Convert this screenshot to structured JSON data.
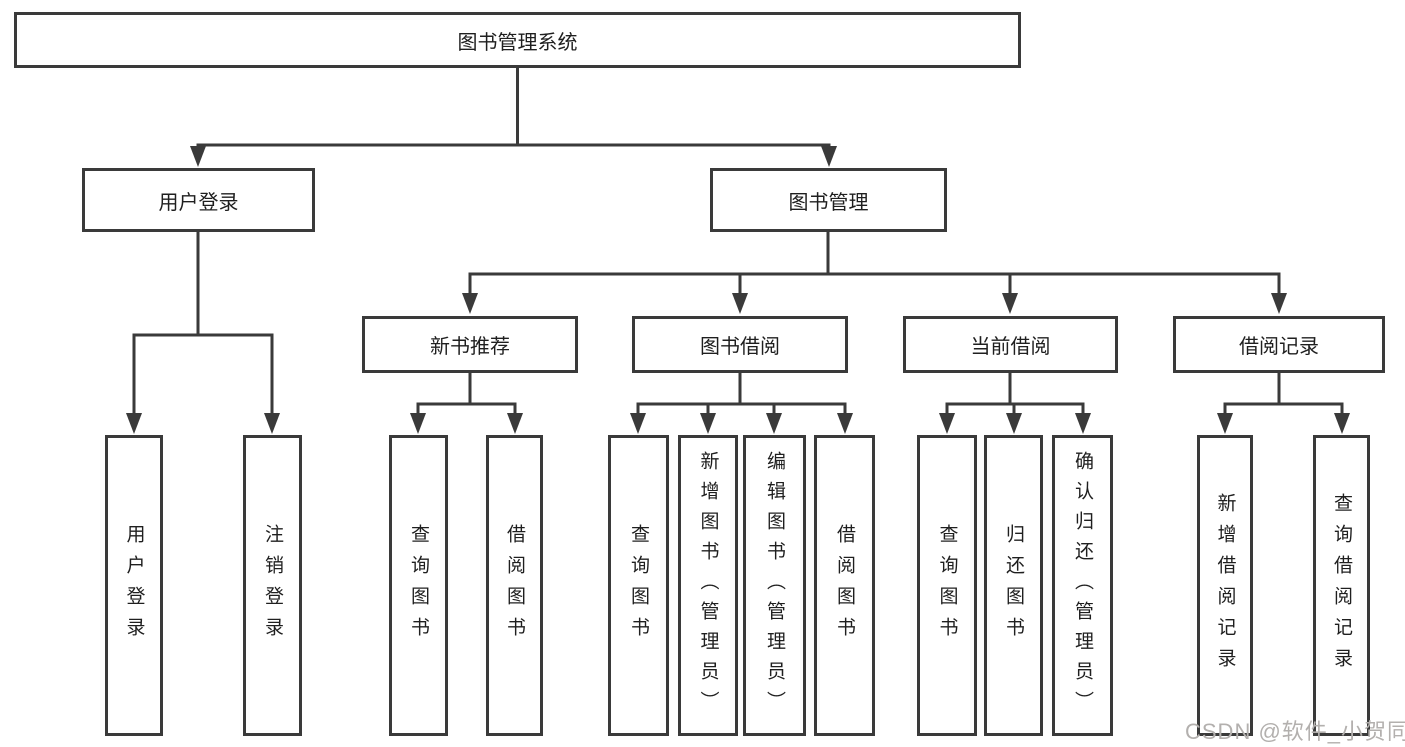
{
  "diagram": {
    "type": "hierarchy",
    "tree": {
      "label": "图书管理系统",
      "children": [
        {
          "label": "用户登录",
          "children": [
            {
              "label": "用户登录"
            },
            {
              "label": "注销登录"
            }
          ]
        },
        {
          "label": "图书管理",
          "children": [
            {
              "label": "新书推荐",
              "children": [
                {
                  "label": "查询图书"
                },
                {
                  "label": "借阅图书"
                }
              ]
            },
            {
              "label": "图书借阅",
              "children": [
                {
                  "label": "查询图书"
                },
                {
                  "label": "新增图书（管理员）"
                },
                {
                  "label": "编辑图书（管理员）"
                },
                {
                  "label": "借阅图书"
                }
              ]
            },
            {
              "label": "当前借阅",
              "children": [
                {
                  "label": "查询图书"
                },
                {
                  "label": "归还图书"
                },
                {
                  "label": "确认归还（管理员）"
                }
              ]
            },
            {
              "label": "借阅记录",
              "children": [
                {
                  "label": "新增借阅记录"
                },
                {
                  "label": "查询借阅记录"
                }
              ]
            }
          ]
        }
      ]
    }
  },
  "watermark": {
    "text": "CSDN @软件_小贺同学"
  },
  "colors": {
    "line": "#3a3a3a",
    "box_border": "#3a3a3a",
    "text": "#1f1f1f",
    "watermark": "#b3b0ae",
    "background": "#ffffff"
  }
}
